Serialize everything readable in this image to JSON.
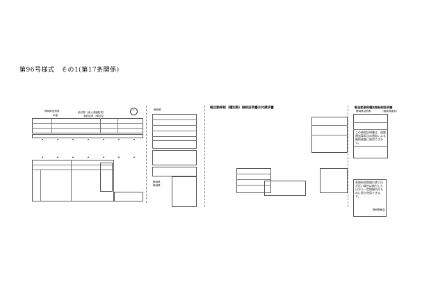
{
  "document": {
    "form_title": "第96号様式　その1(第17条関係)"
  },
  "panel_a": {
    "header_left": "静岡県滋賀県",
    "header_mid": "納付書（納入済通知書）",
    "header_mid2": "領収証書（領収控）",
    "year_label": "年度",
    "circle_mark": "ア"
  },
  "panel_b": {
    "header": "静岡県",
    "label": "静岡県",
    "label2": "静岡県"
  },
  "panel_c": {
    "header": "軽自動車税（種別割）納税証明書交付請求書"
  },
  "panel_d": {
    "header": "軽自動車税種別割納税証明書",
    "sub": "静岡県滋賀県",
    "sub2": "（継続検査用）",
    "body_text": "この納税証明書は、道路運送車両法の規定による継続検査に使用できます。",
    "lower_text": "車検有効期間の満了日が近い場合は納付した日から一定期間内のものに限り使用できます。",
    "bottom_label": "静岡県議会"
  }
}
